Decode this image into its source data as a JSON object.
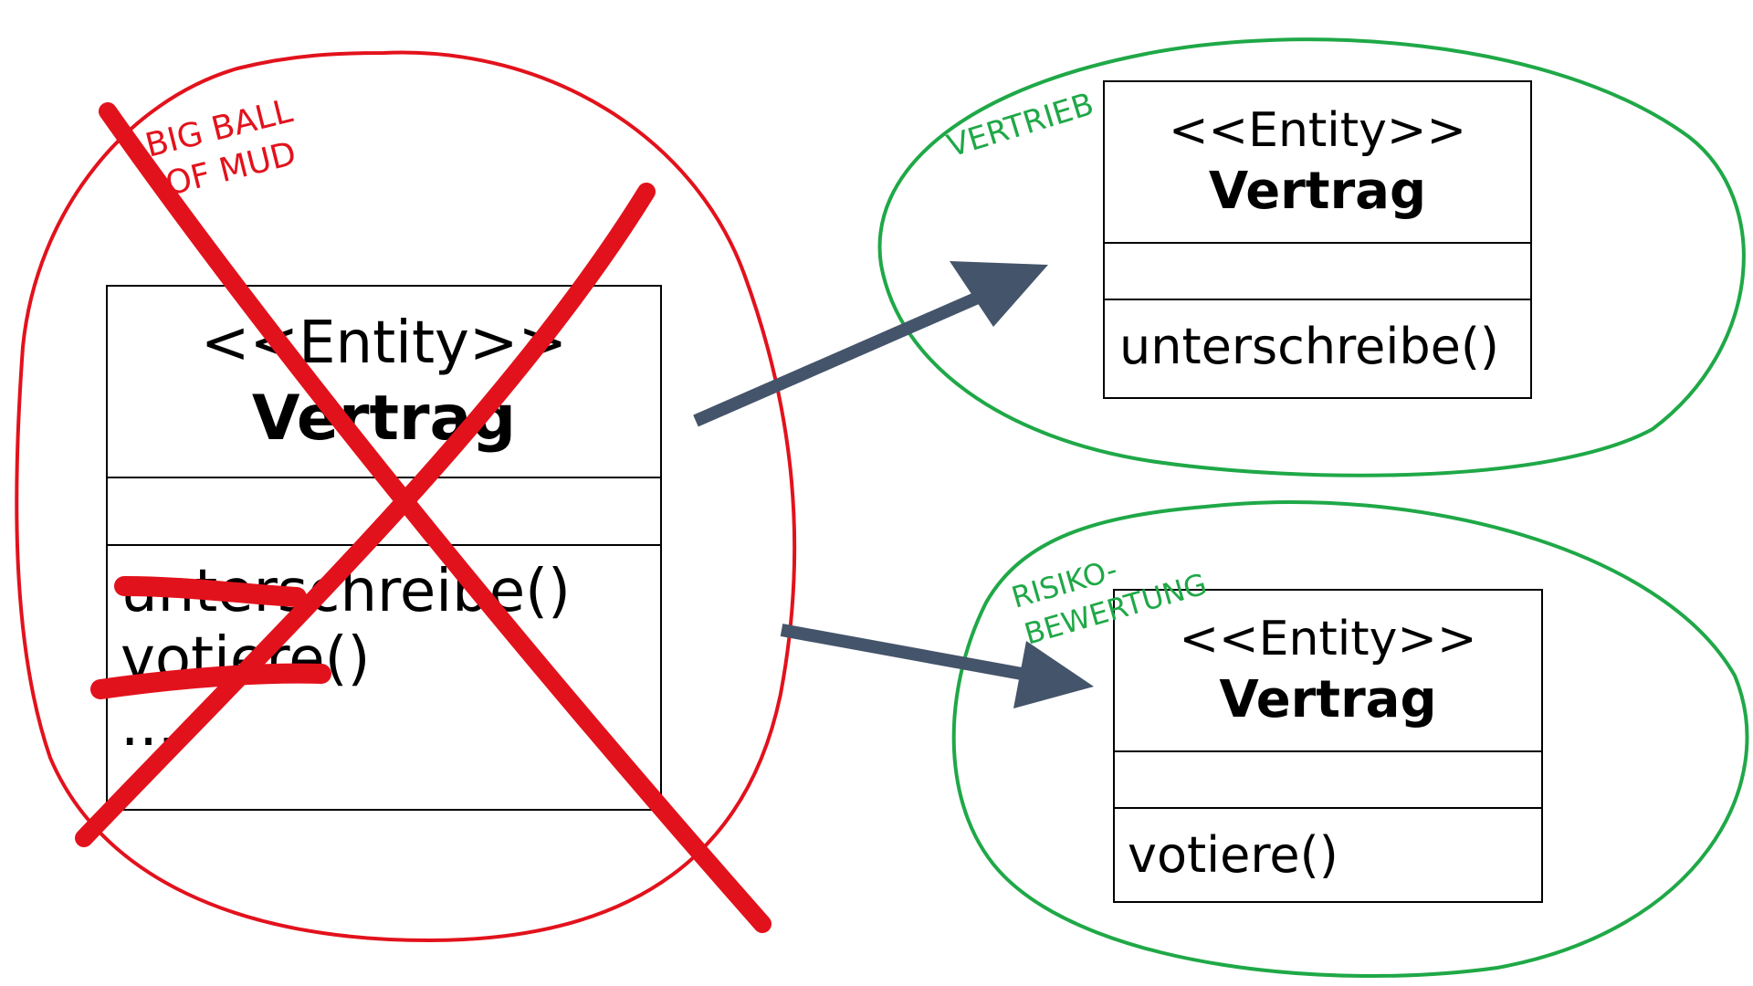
{
  "mud_context": {
    "label_line1": "BIG BALL",
    "label_line2": "OF MUD",
    "class": {
      "stereotype": "<<Entity>>",
      "name": "Vertrag",
      "operations": [
        "unterschreibe()",
        "votiere()",
        "..."
      ]
    }
  },
  "vertrieb_context": {
    "label": "VERTRIEB",
    "class": {
      "stereotype": "<<Entity>>",
      "name": "Vertrag",
      "operations": [
        "unterschreibe()"
      ]
    }
  },
  "risiko_context": {
    "label_line1": "RISIKO-",
    "label_line2": "BEWERTUNG",
    "class": {
      "stereotype": "<<Entity>>",
      "name": "Vertrag",
      "operations": [
        "votiere()"
      ]
    }
  },
  "colors": {
    "mud": "#e2121c",
    "context": "#1fa847",
    "arrow": "#44546a",
    "cross": "#e2121c"
  }
}
